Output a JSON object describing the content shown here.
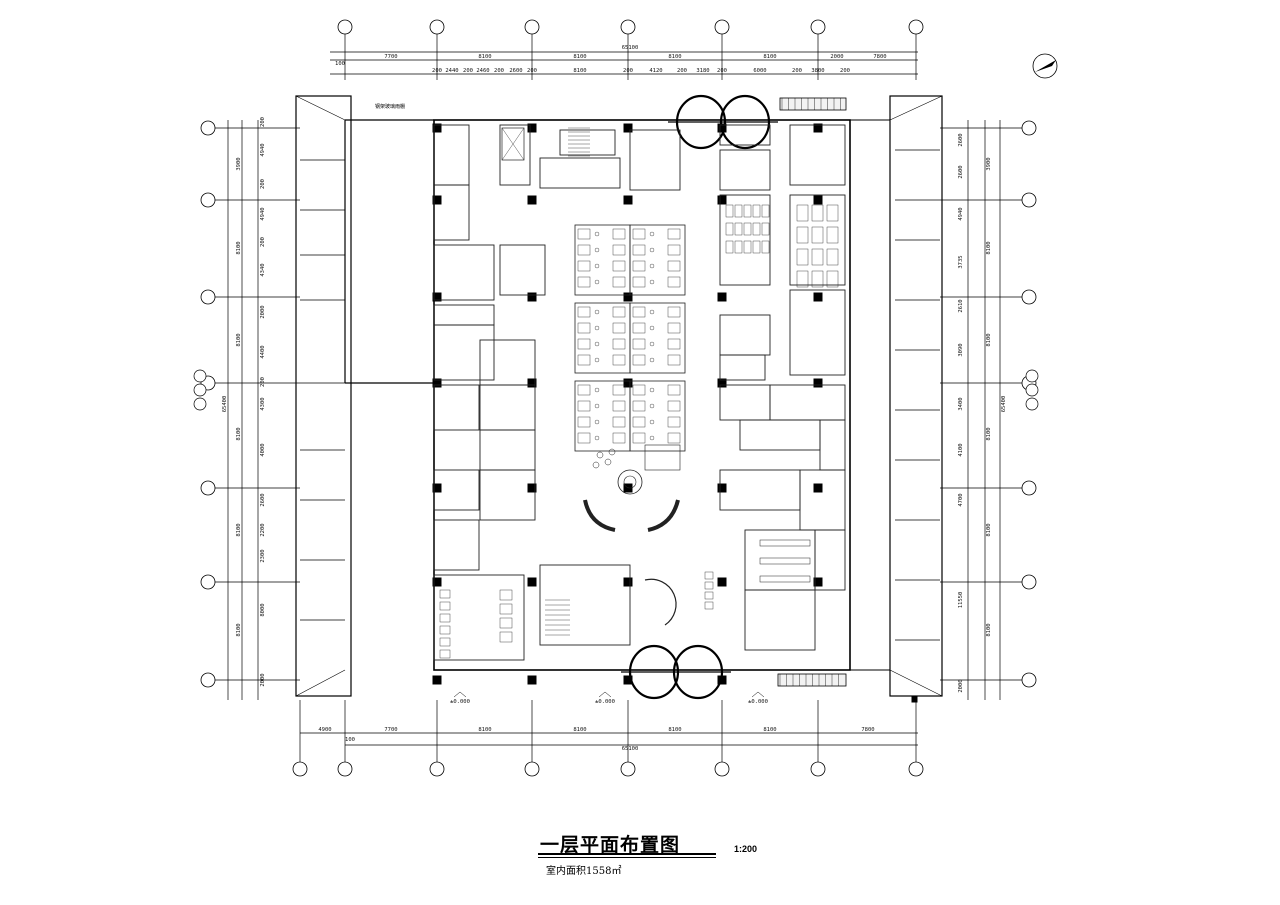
{
  "drawing": {
    "title": "一层平面布置图",
    "scale": "1:200",
    "area_note": "室内面积1558㎡"
  },
  "dimensions": {
    "top_total": "65100",
    "bottom_total": "65100",
    "left_total": "65400",
    "right_total": "65400",
    "top_spans": [
      "7700",
      "8100",
      "8100",
      "8100",
      "8100",
      "2000",
      "7800"
    ],
    "top_sub": [
      "200",
      "2440",
      "200",
      "2460",
      "200",
      "2600",
      "200",
      "8100",
      "200",
      "4120",
      "200",
      "3180",
      "200",
      "6000",
      "200",
      "3800",
      "200"
    ],
    "bottom_spans": [
      "4900",
      "7700",
      "8100",
      "8100",
      "8100",
      "8100",
      "7800"
    ],
    "left_spans": [
      "3900",
      "8100",
      "8100",
      "8100",
      "8100",
      "8100"
    ],
    "left_sub": [
      "200",
      "4940",
      "200",
      "4940",
      "200",
      "4340",
      "2000",
      "4400",
      "200",
      "4300",
      "4000",
      "2600",
      "2200",
      "2300",
      "8000",
      "2000"
    ],
    "right_spans": [
      "3900",
      "8100",
      "8100",
      "8100",
      "8100",
      "8100"
    ],
    "right_sub": [
      "2600",
      "2600",
      "4940",
      "3735",
      "2610",
      "3090",
      "3400",
      "4100",
      "4700",
      "11550",
      "2000"
    ],
    "levels": [
      "±0.000",
      "±0.000",
      "±0.000"
    ]
  },
  "annotations": {
    "top_left_note": "钢架玻璃雨棚",
    "top_small": "100",
    "bottom_small": "100"
  }
}
